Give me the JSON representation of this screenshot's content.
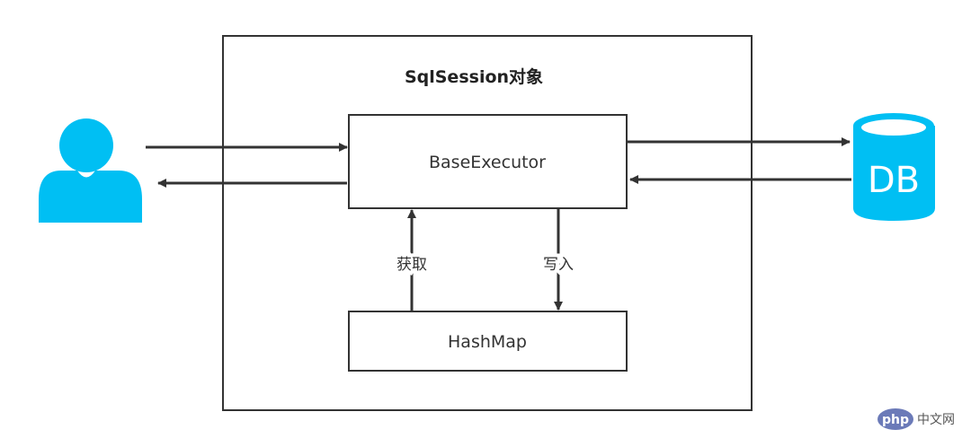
{
  "diagram": {
    "container_title": "SqlSession对象",
    "nodes": {
      "executor": "BaseExecutor",
      "cache": "HashMap",
      "database": "DB"
    },
    "edges": {
      "read_label": "获取",
      "write_label": "写入"
    },
    "icons": {
      "user": "user-icon",
      "database": "database-icon"
    },
    "colors": {
      "icon": "#00BFF3",
      "stroke": "#333333"
    }
  },
  "watermark": {
    "badge": "php",
    "text": "中文网"
  }
}
